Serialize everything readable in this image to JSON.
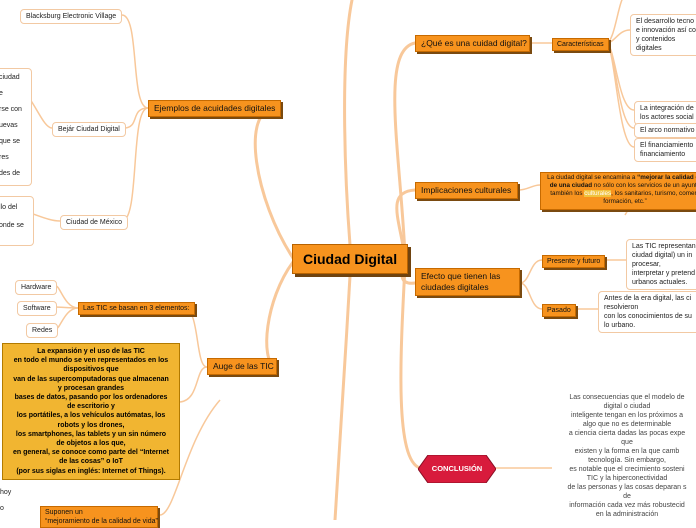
{
  "central": "Ciudad Digital",
  "left": {
    "ejemplos": {
      "title": "Ejemplos de acuidades digitales",
      "blacksburg": "Blacksburg Electronic Village",
      "bejar": "Bejár Ciudad Digital",
      "bejar_text": [
        "ciudad",
        "e",
        "rse con",
        "uevas",
        "que se",
        "res",
        "des de"
      ],
      "mexico": "Ciudad de México",
      "mexico_text": [
        "llo del",
        "onde se"
      ]
    },
    "auge": {
      "title": "Auge de las TIC",
      "tics_base": "Las TIC se basan en 3 elementos:",
      "items": [
        "Hardware",
        "Software",
        "Redes"
      ],
      "expansion": "La expansión y el uso de las TIC\nen todo el mundo se ven representados en los\ndispositivos que\nvan de las supercomputadoras que almacenan\ny procesan grandes\nbases de datos, pasando por los ordenadores\nde escritorio y\nlos portátiles, a los vehículos autómatas, los\nrobots y los drones,\nlos smartphones, las tablets y un sin número\nde objetos a los que,\nen general, se conoce como parte del “Internet\nde las cosas” o IoT\n(por sus siglas en inglés: Internet of Things)."
    },
    "bottom": {
      "hoy": "hoy",
      "o": "o",
      "suponen_1": "Suponen un",
      "suponen_2": "“mejoramiento de la calidad de vida”"
    }
  },
  "right": {
    "que_es": {
      "title": "¿Qué es una cuidad digital?",
      "caracteristicas": "Características",
      "items": [
        "El desarrollo tecno\ne innovación así co\ny contenidos\ndigitales",
        "La integración de\nlos actores social",
        "El arco normativo",
        "El financiamiento\nfinanciamiento"
      ]
    },
    "implicaciones": {
      "title": "Implicaciones culturales",
      "text_pre": "La ciudad digital se encamina a ",
      "text_bold": "“mejorar la calidad de\nde una ciudad",
      "text_mid": " no sólo con los servicios de un ayunta\ntambién los ",
      "text_hl": "culturales",
      "text_post": ", los sanitarios, turismo, comerc\nformación, etc.”"
    },
    "efecto": {
      "title": "Efecto que tienen las\nciudades digitales",
      "presente": "Presente y futuro",
      "presente_text": "Las TIC representan\nciudad digital) un in\nprocesar,\ninterpretar y pretend\nurbanos actuales.",
      "pasado": "Pasado",
      "pasado_text": "Antes de la era digital, las ci\nresolvieron\ncon los conocimientos de su\nlo urbano."
    },
    "conclusion": {
      "label": "CONCLUSIÓN",
      "text": "Las consecuencias que el modelo de\ndigital o ciudad\ninteligente tengan en los próximos a\nalgo que no es determinable\na ciencia cierta dadas las pocas expe\nque\nexisten y la forma en la que camb\ntecnología. Sin embargo,\nes notable que el crecimiento sosteni\nTIC y la hiperconectividad\nde las personas y las cosas deparan s\nde\ninformación cada vez más robustecid\nen la administración"
    }
  },
  "colors": {
    "branch": "#f8c89a",
    "node": "#f7931e",
    "conclusion": "#d81b3c",
    "gold": "#f1b531"
  }
}
